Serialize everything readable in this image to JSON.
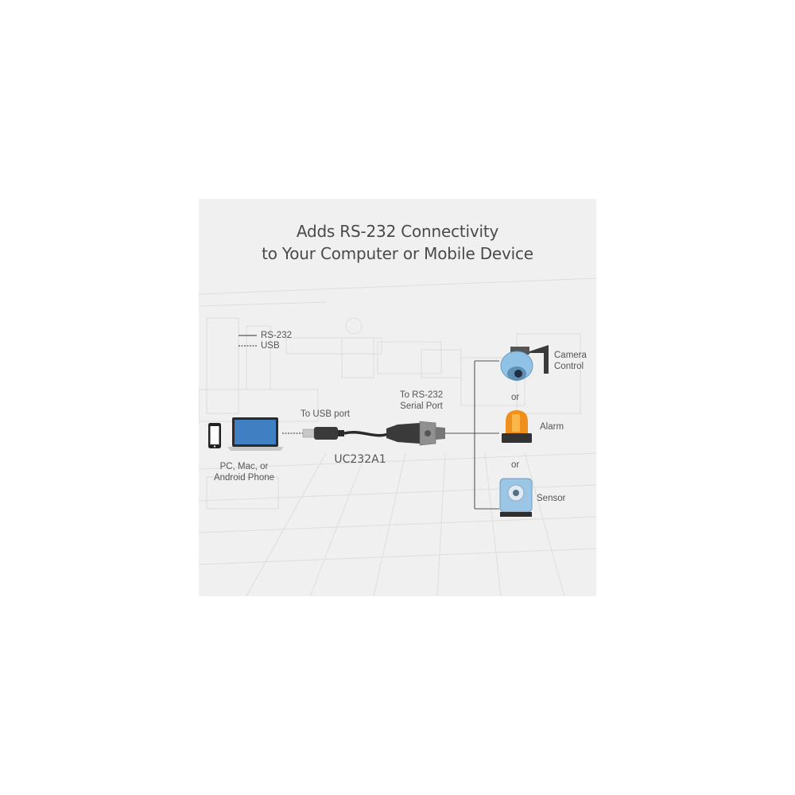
{
  "title": {
    "line1": "Adds RS-232 Connectivity",
    "line2": "to Your Computer or Mobile Device"
  },
  "legend": {
    "rs232": "RS-232",
    "usb": "USB"
  },
  "labels": {
    "to_usb_port": "To USB port",
    "to_rs232_line1": "To RS-232",
    "to_rs232_line2": "Serial Port",
    "source_line1": "PC, Mac, or",
    "source_line2": "Android Phone",
    "model": "UC232A1"
  },
  "devices": {
    "camera_line1": "Camera",
    "camera_line2": "Control",
    "or_1": "or",
    "alarm": "Alarm",
    "or_2": "or",
    "sensor": "Sensor"
  },
  "colors": {
    "panel": "#f0f0f0",
    "text": "#4a4a4a",
    "line": "#555555",
    "laptop_screen": "#3f7fc2",
    "alarm_orange": "#f0901a",
    "camera_blue": "#8fc2e4",
    "sensor_blue": "#9cc6e6"
  }
}
